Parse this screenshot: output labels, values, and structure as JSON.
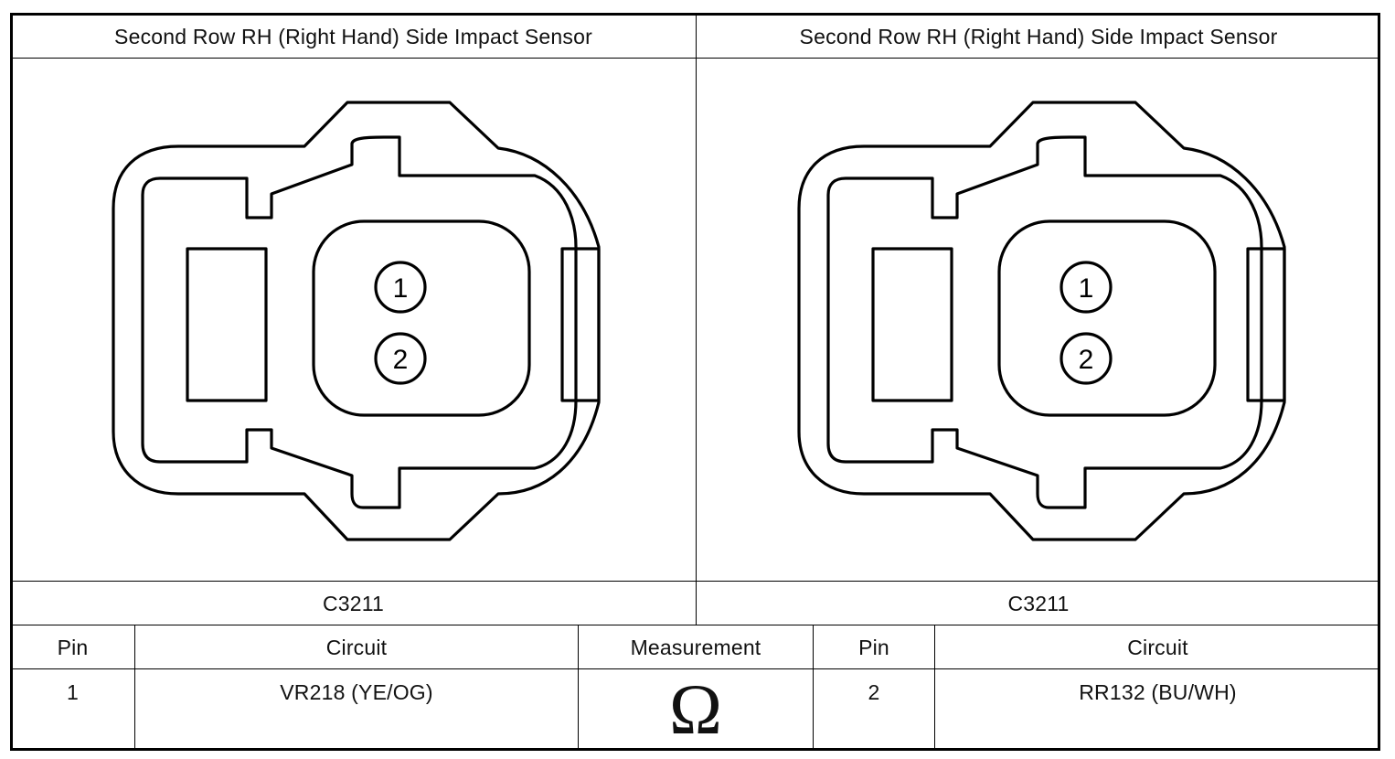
{
  "panels": [
    {
      "title": "Second Row RH (Right Hand) Side Impact Sensor",
      "connector_id": "C3211",
      "pins": [
        "1",
        "2"
      ]
    },
    {
      "title": "Second Row RH (Right Hand) Side Impact Sensor",
      "connector_id": "C3211",
      "pins": [
        "1",
        "2"
      ]
    }
  ],
  "table": {
    "headers": [
      "Pin",
      "Circuit",
      "Measurement",
      "Pin",
      "Circuit"
    ],
    "row": {
      "pin_a": "1",
      "circuit_a": "VR218 (YE/OG)",
      "measurement_symbol": "Ω",
      "measurement_icon": "ohm-icon",
      "pin_b": "2",
      "circuit_b": "RR132 (BU/WH)"
    }
  }
}
